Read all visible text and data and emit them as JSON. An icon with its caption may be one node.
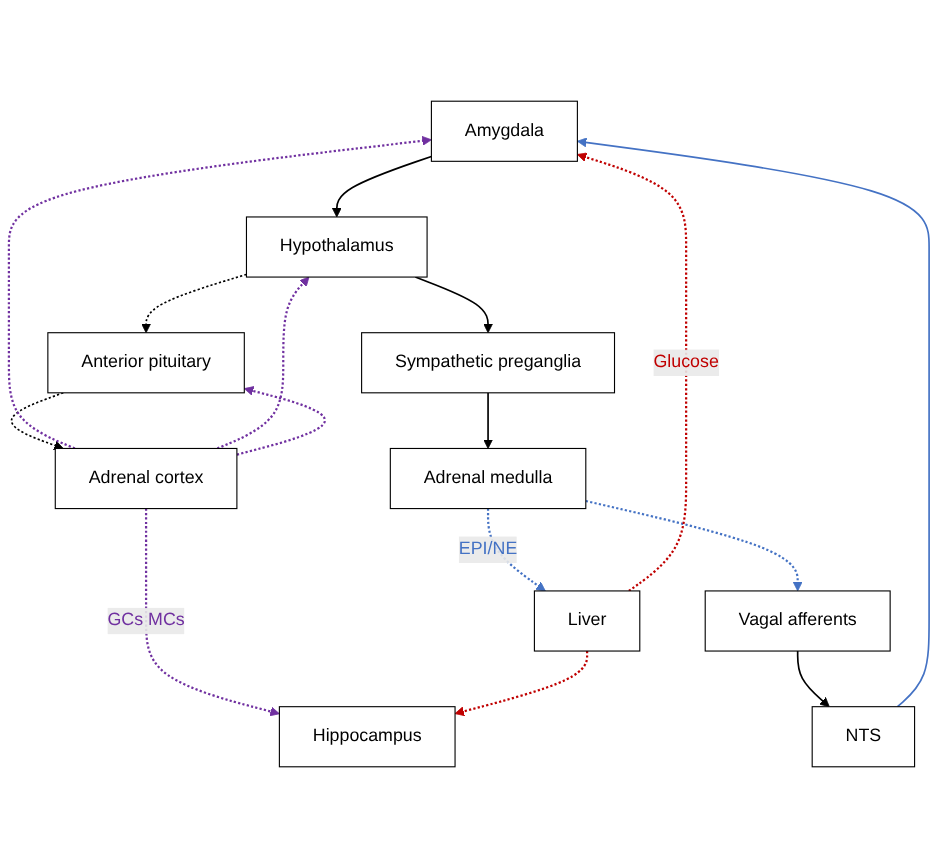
{
  "diagram": {
    "nodes": [
      {
        "text": [
          "Hippocampus"
        ]
      },
      {
        "text": [
          "Amygdala"
        ]
      },
      {
        "text": [
          "Hypothalamus"
        ]
      },
      {
        "text": [
          "NTS"
        ]
      },
      {
        "text": [
          "Anterior pituitary"
        ]
      },
      {
        "text": [
          "Sympathetic preganglia"
        ]
      },
      {
        "text": [
          "Vagal afferents"
        ]
      },
      {
        "text": [
          "Liver"
        ]
      },
      {
        "text": [
          "Adrenal cortex"
        ]
      },
      {
        "text": [
          "Adrenal medulla"
        ]
      }
    ],
    "edges": [
      {
        "from": 1,
        "to": 2,
        "arrow": "to"
      },
      {
        "from": 2,
        "to": 4,
        "arrow": "to",
        "style": "dashed"
      },
      {
        "from": 2,
        "to": 5,
        "arrow": "to"
      },
      {
        "from": 4,
        "to": 8,
        "arrow": "to",
        "style": "dashed"
      },
      {
        "from": 5,
        "to": 9,
        "arrow": "to"
      },
      {
        "from": 6,
        "to": 3,
        "arrow": "to"
      },
      {
        "from": 3,
        "to": 1,
        "arrow": "to",
        "color": "#4472c4"
      },
      {
        "from": 8,
        "to": 0,
        "arrow": "to",
        "style": "dashed",
        "color": "#7030a0",
        "label": "GCs MCs"
      },
      {
        "from": 8,
        "to": 1,
        "arrow": "to",
        "style": "dashed",
        "color": "#7030a0"
      },
      {
        "from": 8,
        "to": 2,
        "arrow": "to",
        "style": "dashed",
        "color": "#7030a0"
      },
      {
        "from": 8,
        "to": 4,
        "arrow": "to",
        "style": "dashed",
        "color": "#7030a0"
      },
      {
        "from": 9,
        "to": 6,
        "arrow": "to",
        "style": "dashed",
        "color": "#4472c4"
      },
      {
        "from": 9,
        "to": 7,
        "arrow": "to",
        "style": "dashed",
        "color": "#4472c4",
        "label": "EPI/NE"
      },
      {
        "from": 7,
        "to": 0,
        "arrow": "to",
        "style": "dashed",
        "color": "#c00000"
      },
      {
        "from": 7,
        "to": 1,
        "arrow": "to",
        "style": "dashed",
        "color": "#c00000",
        "label": "Glucose"
      }
    ]
  }
}
